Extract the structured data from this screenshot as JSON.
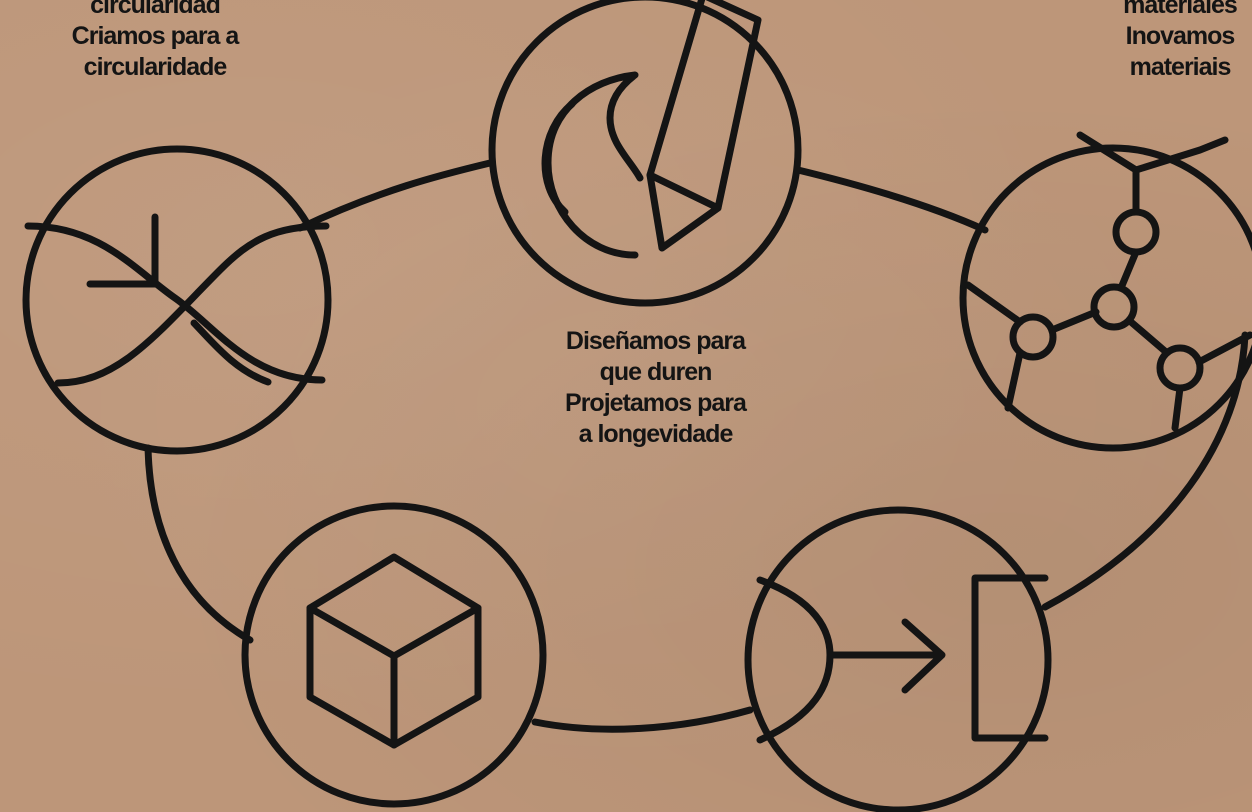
{
  "labels": {
    "left": [
      "circularidad",
      "Criamos para a",
      "circularidade"
    ],
    "right": [
      "materiales",
      "Inovamos",
      "materiais"
    ],
    "center": [
      "Diseñamos para",
      "que duren",
      "Projetamos para",
      "a longevidade"
    ]
  },
  "colors": {
    "background": "#bd9679",
    "ink": "#141414"
  },
  "icons": [
    "crossing-arrows-icon",
    "flame-pencil-icon",
    "molecule-network-icon",
    "cube-icon",
    "arrow-into-bracket-icon"
  ]
}
